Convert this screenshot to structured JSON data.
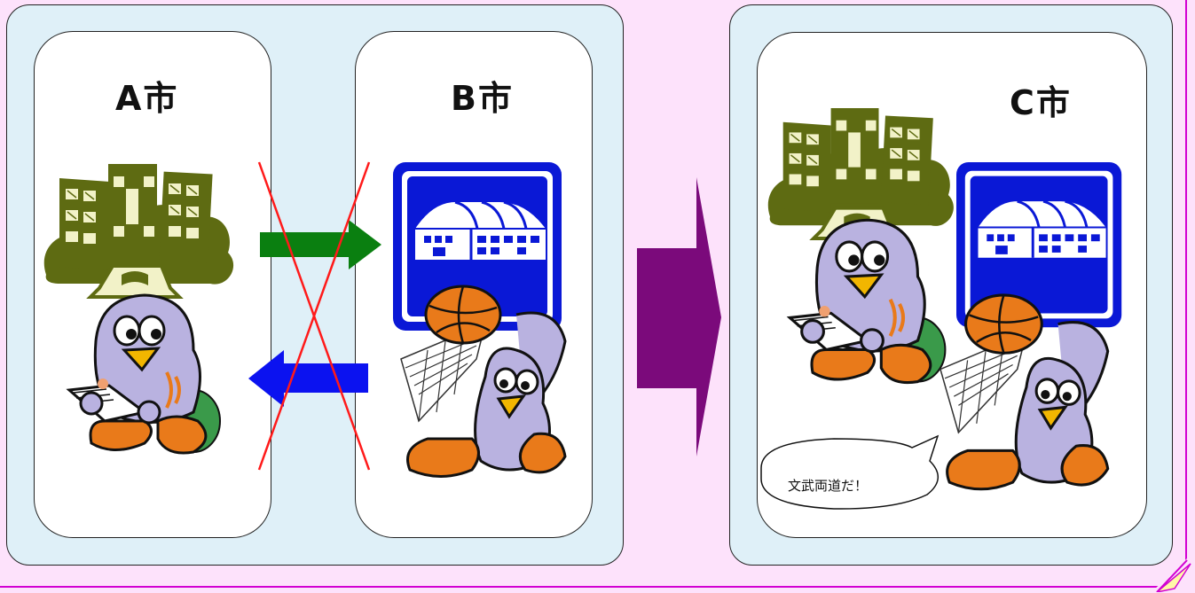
{
  "cities": {
    "a": {
      "label": "A市"
    },
    "b": {
      "label": "B市"
    },
    "c": {
      "label": "C市"
    }
  },
  "speech_bubble": {
    "text": "文武両道だ！"
  },
  "colors": {
    "page_background": "#fde2fb",
    "panel_background": "#dff0f8",
    "library_olive": "#5e6b12",
    "gym_blue": "#0a18d6",
    "arrow_green": "#0a7f10",
    "arrow_blue": "#0b12f0",
    "cross_red": "#ff1a1a",
    "big_arrow_purple": "#7b0a7b",
    "mascot_purple": "#b9b2e0",
    "mascot_orange": "#e97a1a"
  },
  "icons": {
    "library": "library-building-icon",
    "gym": "gymnasium-sign-icon",
    "mascot_reading": "bird-mascot-reading-icon",
    "mascot_basketball": "bird-mascot-basketball-icon"
  }
}
